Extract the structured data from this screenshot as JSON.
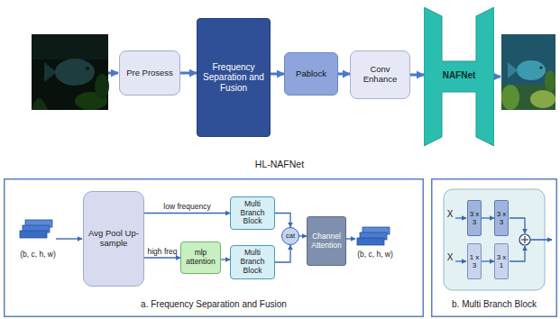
{
  "diagram": {
    "nodes": [
      {
        "text": [
          "Pre Prosess"
        ]
      },
      {
        "text": [
          "Frequency Separation and Fusion"
        ]
      },
      {
        "text": [
          "Pablock"
        ]
      },
      {
        "text": [
          "Conv Enhance"
        ]
      },
      {
        "text": [
          "NAFNet"
        ]
      },
      {
        "text": [
          "a. Frequency Separation and Fusion"
        ]
      },
      {
        "text": [
          "Avg Pool Up-sample"
        ],
        "in": 5
      },
      {
        "text": [
          "Multi Branch Block"
        ],
        "in": 5
      },
      {
        "text": [
          "mlp attention"
        ],
        "in": 5
      },
      {
        "text": [
          "Multi Branch Block"
        ],
        "in": 5
      },
      {
        "text": [
          "cat"
        ],
        "in": 5
      },
      {
        "text": [
          "Channel Attention"
        ],
        "in": 5
      },
      {
        "text": [
          "b. Multi Branch Block"
        ]
      },
      {
        "text": [
          "3 x 3"
        ],
        "in": 12
      },
      {
        "text": [
          "3 x 3"
        ],
        "in": 12
      },
      {
        "text": [
          "1 x 3"
        ],
        "in": 12
      },
      {
        "text": [
          "3 x 1"
        ],
        "in": 12
      }
    ],
    "edges": [
      {
        "from": 0,
        "to": 1,
        "arrow": "to"
      },
      {
        "from": 1,
        "to": 2,
        "arrow": "to"
      },
      {
        "from": 2,
        "to": 3,
        "arrow": "to"
      },
      {
        "from": 3,
        "to": 4,
        "arrow": "to"
      },
      {
        "from": 6,
        "to": 7,
        "label": "low frequency",
        "arrow": "to"
      },
      {
        "from": 6,
        "to": 8,
        "label": "high freq",
        "arrow": "to"
      },
      {
        "from": 8,
        "to": 9,
        "arrow": "to"
      },
      {
        "from": 7,
        "to": 10,
        "arrow": "to"
      },
      {
        "from": 9,
        "to": 10,
        "arrow": "to"
      },
      {
        "from": 10,
        "to": 11,
        "arrow": "to"
      },
      {
        "from": 13,
        "to": 14,
        "arrow": "to"
      },
      {
        "from": 15,
        "to": 16,
        "arrow": "to"
      }
    ],
    "labels": [
      "HL-NAFNet",
      "(b, c, h, w)",
      "(b, c, h, w)",
      "X",
      "X"
    ]
  }
}
